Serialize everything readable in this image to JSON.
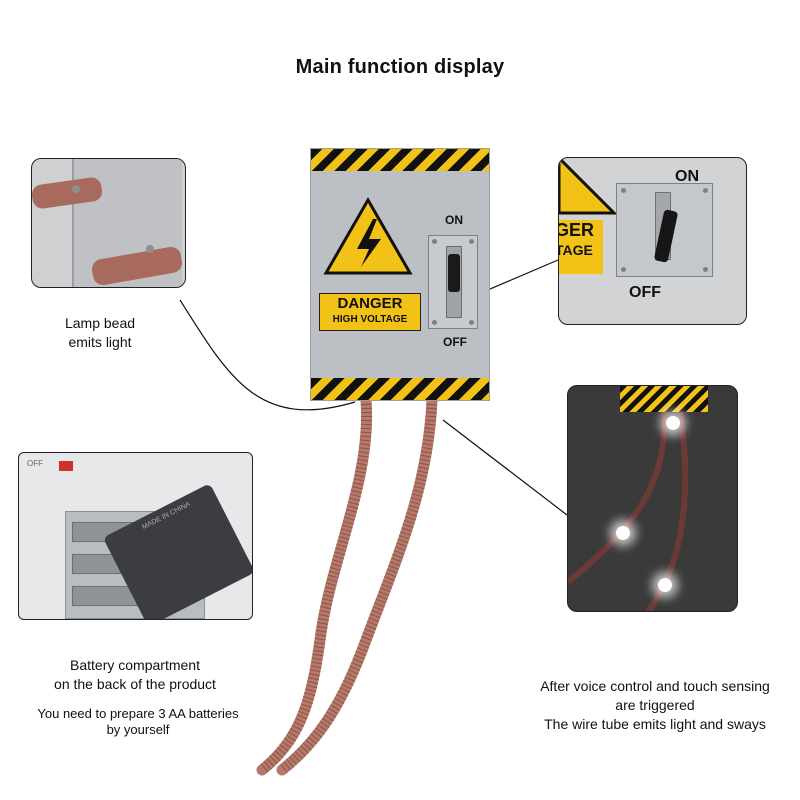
{
  "title": "Main function display",
  "main_box": {
    "danger_line1": "DANGER",
    "danger_line2": "HIGH VOLTAGE",
    "on_label": "ON",
    "off_label": "OFF"
  },
  "switch_zoom": {
    "on_label": "ON",
    "off_label": "OFF",
    "sign_fragment_1": "GER",
    "sign_fragment_2": "TAGE"
  },
  "battery_panel": {
    "off_tag": "OFF",
    "cover_text": "MADE IN CHINA"
  },
  "captions": {
    "lamp": [
      "Lamp bead",
      "emits light"
    ],
    "battery": [
      "Battery compartment",
      "on the back of the product"
    ],
    "battery_note": [
      "You need to prepare 3 AA batteries",
      "by yourself"
    ],
    "sensing": [
      "After voice control and touch sensing",
      "are triggered",
      "The wire tube emits light and sways"
    ]
  },
  "colors": {
    "hazard_yellow": "#f2c316",
    "hazard_black": "#111111",
    "box_grey": "#bcc0c5",
    "wire_copper": "#b5786a"
  }
}
